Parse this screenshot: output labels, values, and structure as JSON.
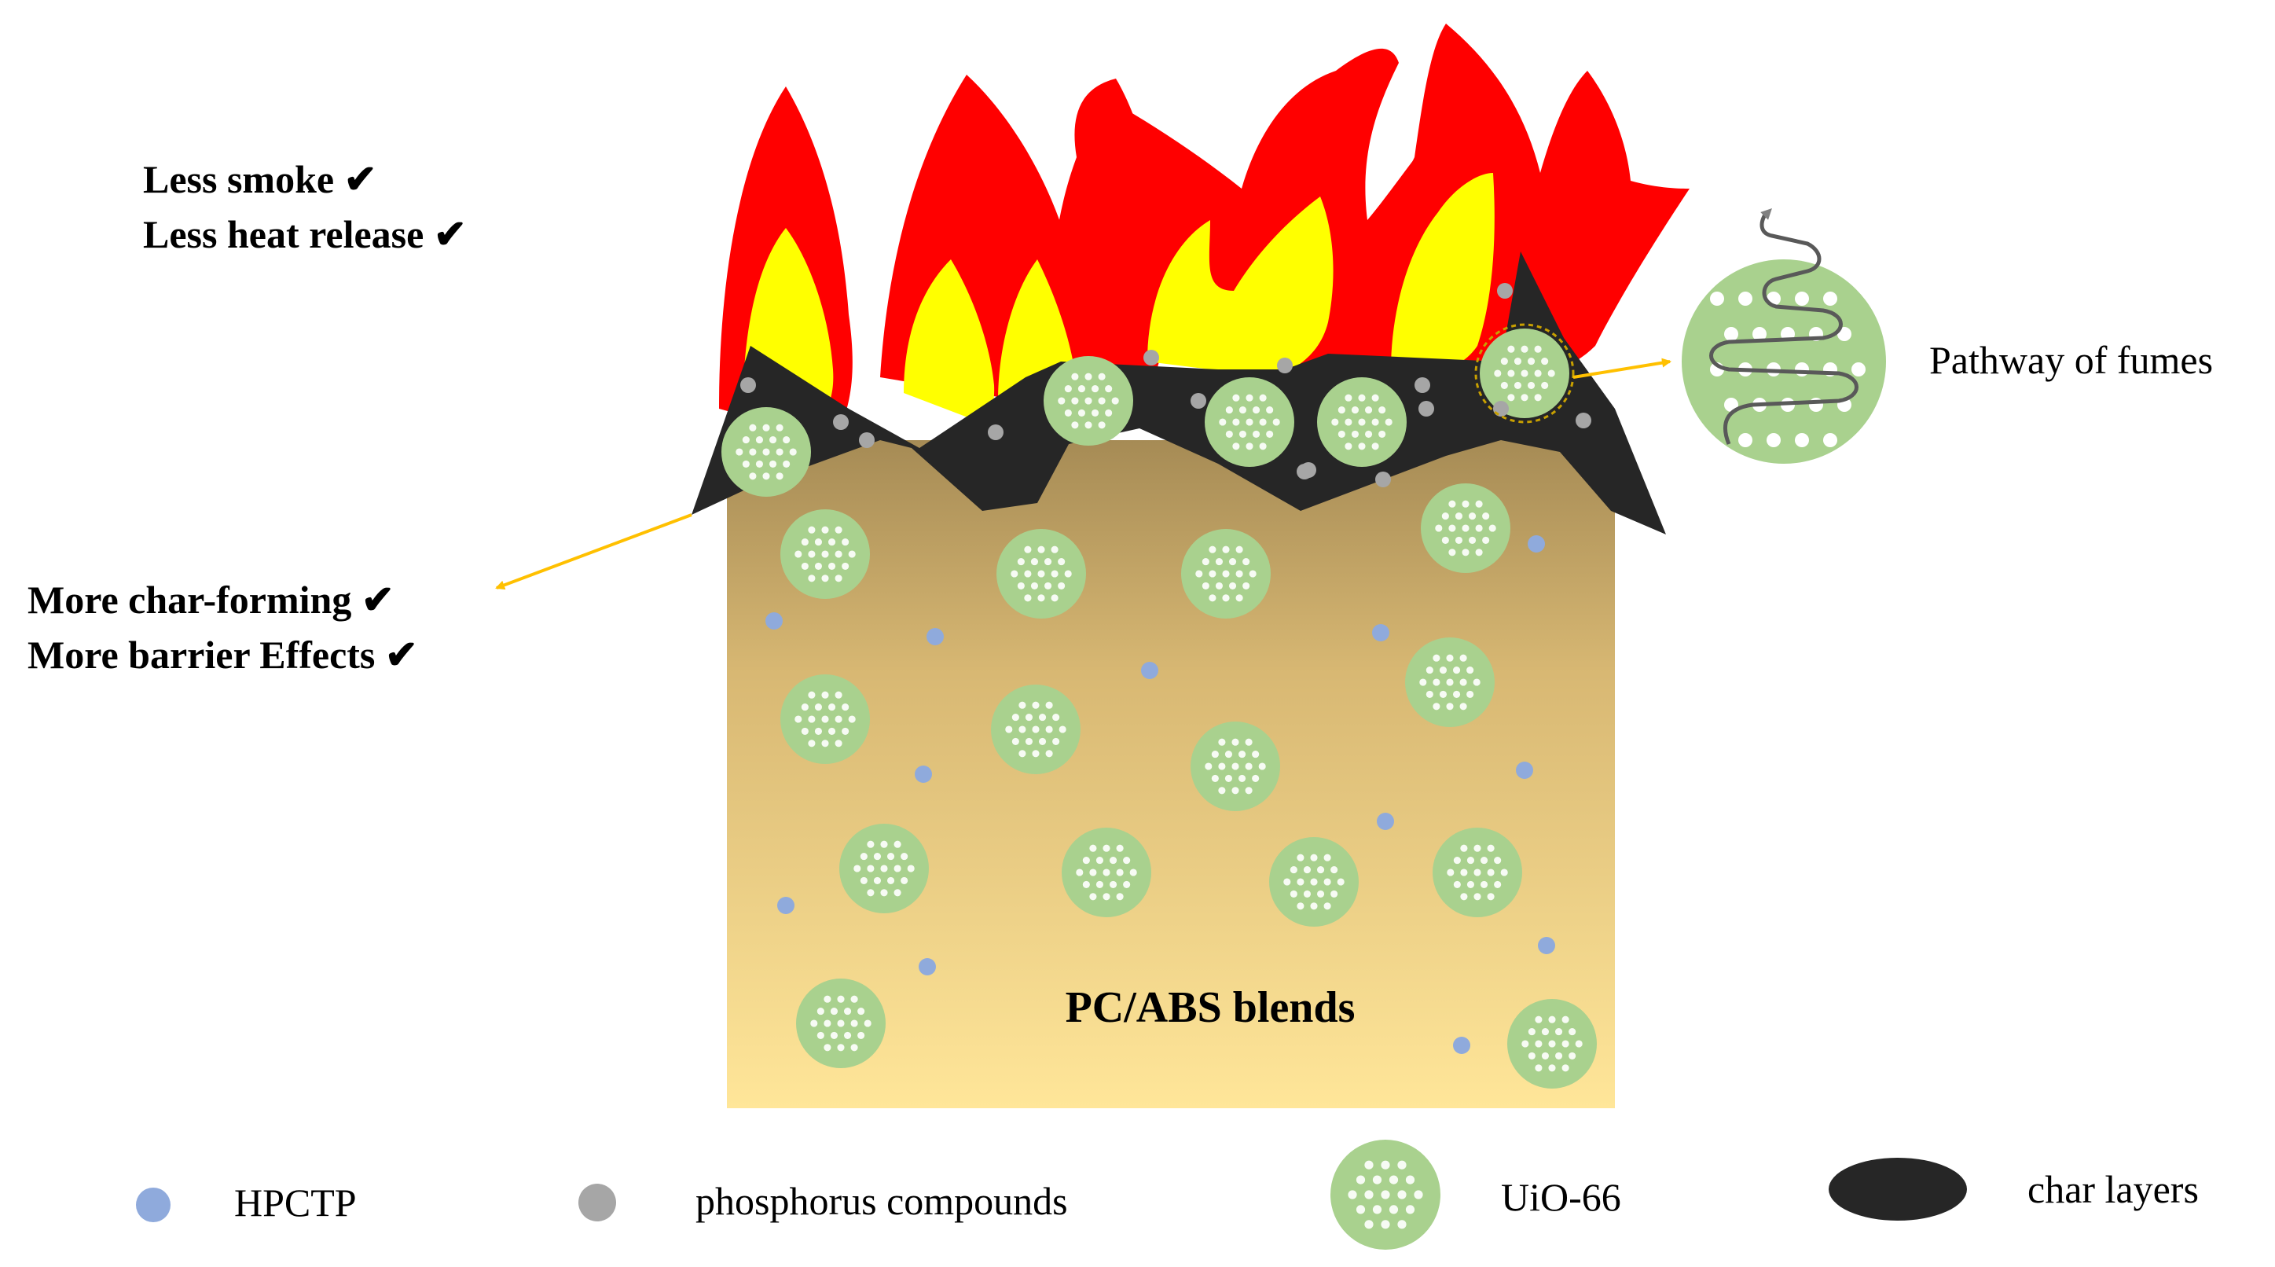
{
  "effects_top": [
    {
      "label": "Less smoke",
      "check": "✔"
    },
    {
      "label": "Less heat release",
      "check": "✔"
    }
  ],
  "effects_left": [
    {
      "label": "More char-forming",
      "check": "✔"
    },
    {
      "label": "More barrier Effects",
      "check": "✔"
    }
  ],
  "pathway_label": "Pathway of fumes",
  "matrix_label": "PC/ABS blends",
  "legend": [
    {
      "label": "HPCTP"
    },
    {
      "label": "phosphorus compounds"
    },
    {
      "label": "UiO-66"
    },
    {
      "label": "char layers"
    }
  ],
  "colors": {
    "flame_outer": "#ff0000",
    "flame_inner": "#ffff00",
    "char": "#262626",
    "uio66": "#a9d18e",
    "hpctp": "#8faadc",
    "phosphorus": "#a6a6a6",
    "arrow": "#ffc000",
    "matrix_top": "#a68b55",
    "matrix_bottom": "#ffe699"
  }
}
